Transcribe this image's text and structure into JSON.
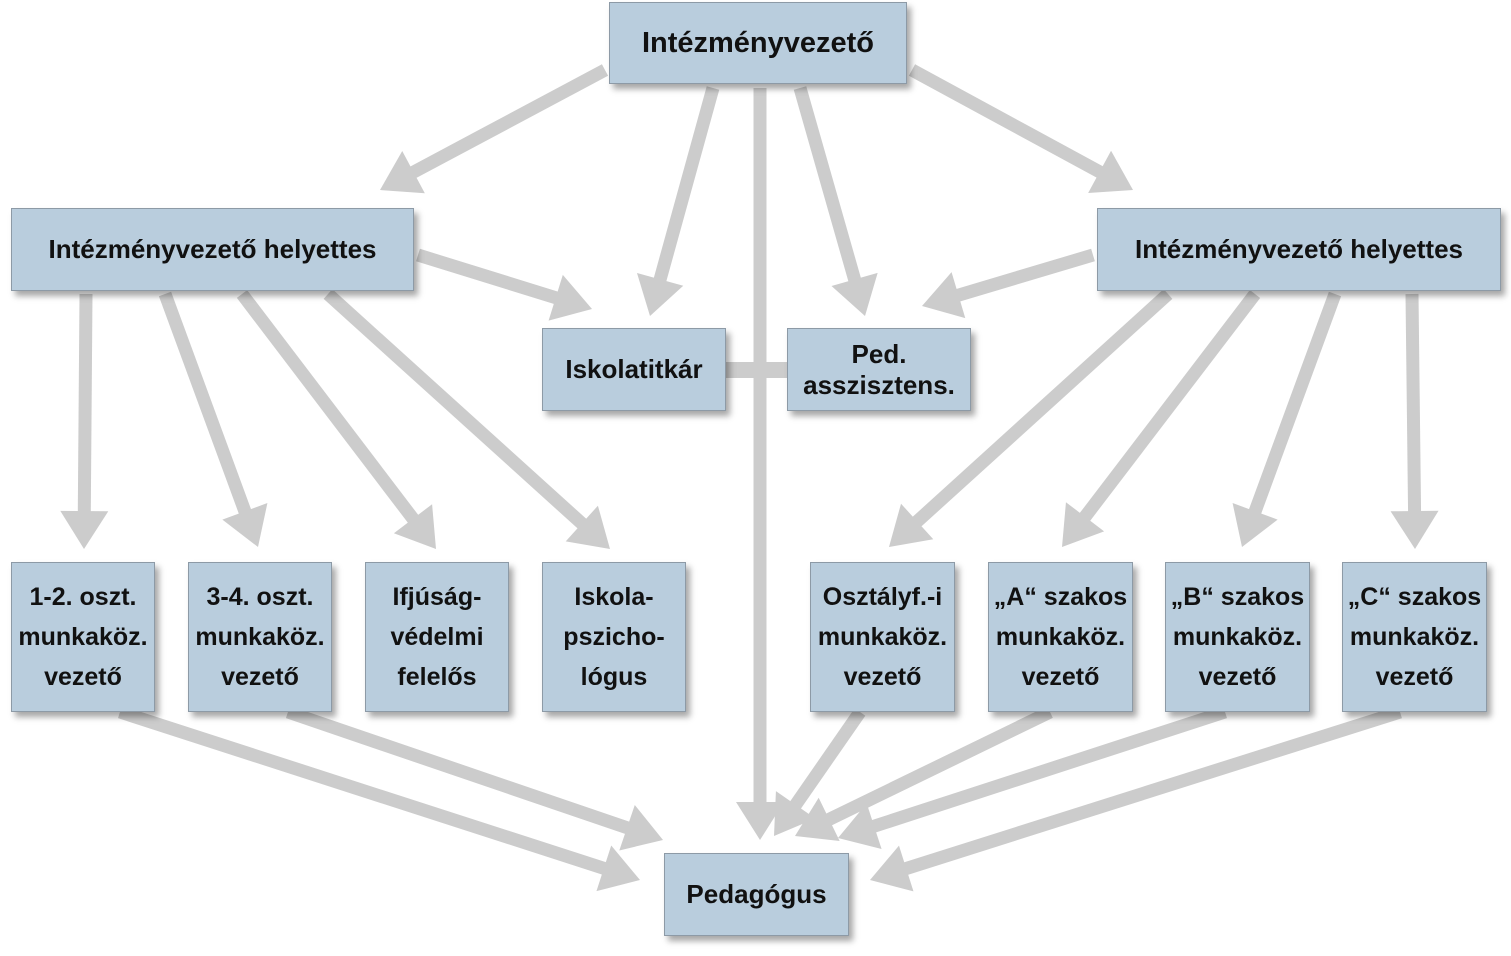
{
  "nodes": {
    "director": "Intézményvezető",
    "deputy_left": "Intézményvezető helyettes",
    "deputy_right": "Intézményvezető helyettes",
    "secretary": "Iskolatitkár",
    "assistant": "Ped. asszisztens.",
    "lead_12": [
      "1-2. oszt.",
      "munkaköz.",
      "vezető"
    ],
    "lead_34": [
      "3-4. oszt.",
      "munkaköz.",
      "vezető"
    ],
    "youth_protection": [
      "Ifjúság-",
      "védelmi",
      "felelős"
    ],
    "psychologist": [
      "Iskola-",
      "pszicho-",
      "lógus"
    ],
    "lead_class": [
      "Osztályf.-i",
      "munkaköz.",
      "vezető"
    ],
    "lead_a": [
      "„A“ szakos",
      "munkaköz.",
      "vezető"
    ],
    "lead_b": [
      "„B“ szakos",
      "munkaköz.",
      "vezető"
    ],
    "lead_c": [
      "„C“ szakos",
      "munkaköz.",
      "vezető"
    ],
    "teacher": "Pedagógus"
  },
  "colors": {
    "box_fill": "#b9cddd",
    "box_border": "#8d9aa6",
    "arrow": "#cccccc"
  }
}
